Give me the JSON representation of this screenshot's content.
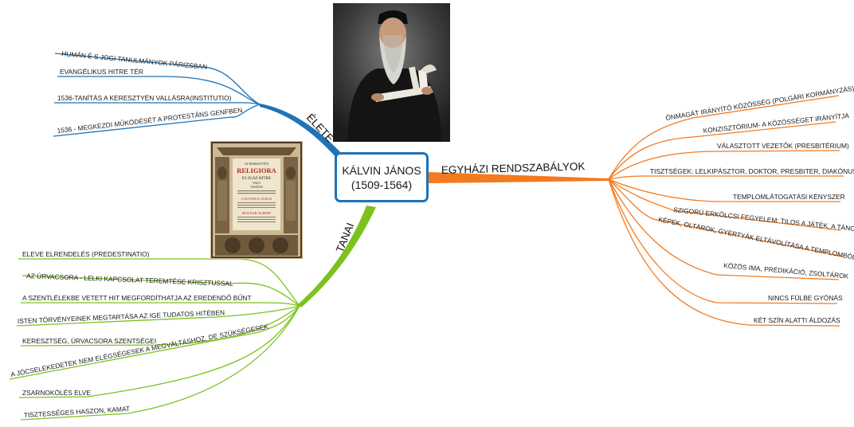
{
  "central": {
    "title": "KÁLVIN JÁNOS",
    "subtitle": "(1509-1564)"
  },
  "book_cover": {
    "lines": [
      "AZ KERESZTYÉNI",
      "RELIGIORA",
      "ES IGAZ HITRE",
      "VALO",
      "TANITAS",
      "CALVINUS JANOS",
      "MOLNAR ALBERT"
    ]
  },
  "colors": {
    "elete": "#1f73b7",
    "tanai": "#7cc21f",
    "egyhazi": "#f47a1f",
    "central_border": "#1f73b7"
  },
  "branches": {
    "elete": {
      "label": "ÉLETE",
      "items": [
        "HUMÁN É S JOGI TANULMÁNYOK PÁRIZSBAN",
        "EVANGÉLIKUS HITRE TÉR",
        "1536-TANÍTÁS A KERESZTYÉN VALLÁSRA(INSTITUTIO)",
        "1536 - MEGKEZDI MŰKÖDÉSÉT A PROTESTÁNS GENFBEN"
      ]
    },
    "tanai": {
      "label": "TANAI",
      "items": [
        "ELEVE ELRENDELÉS (PREDESTINATIO)",
        "AZ ÚRVACSORA - LELKI KAPCSOLAT TEREMTÉSE KRISZTUSSAL",
        "A SZENTLÉLEKBE VETETT HIT MEGFORDÍTHATJA AZ EREDENDŐ BŰNT",
        "ISTEN TÖRVÉNYEINEK MEGTARTÁSA AZ IGE TUDATOS HITÉBEN",
        "KERESZTSÉG, ÚRVACSORA SZENTSÉGEI",
        "A JÓCSELEKEDETEK NEM ELÉGSÉGESEK A MEGVÁLTÁSHOZ, DE SZÜKSÉGESEK",
        "ZSARNOKÖLÉS ELVE",
        "TISZTESSÉGES HASZON, KAMAT"
      ]
    },
    "egyhazi": {
      "label": "EGYHÁZI RENDSZABÁLYOK",
      "items": [
        "ÖNMAGÁT IRÁNYÍTÓ KÖZÖSSÉG (POLGÁRI KORMÁNYZÁS)",
        "KONZISZTÓRIUM- A KÖZÖSSÉGET IRÁNYÍTJA",
        "VÁLASZTOTT VEZETŐK (PRESBITÉRIUM)",
        "TISZTSÉGEK: LELKIPÁSZTOR, DOKTOR, PRESBITER, DIAKÓNUS",
        "TEMPLOMLÁTOGATÁSI KÉNYSZER",
        "SZIGORÚ ERKÖLCSI FEGYELEM: TILOS A JÁTÉK, A TÁNC",
        "KÉPEK, OLTÁROK, GYERTYÁK ELTÁVOLÍTÁSA A TEMPLOMBÓL",
        "KÖZÖS IMA, PRÉDIKÁCIÓ, ZSOLTÁROK",
        "NINCS FÜLBE GYÓNÁS",
        "KÉT SZÍN ALATTI ÁLDOZÁS"
      ]
    }
  }
}
